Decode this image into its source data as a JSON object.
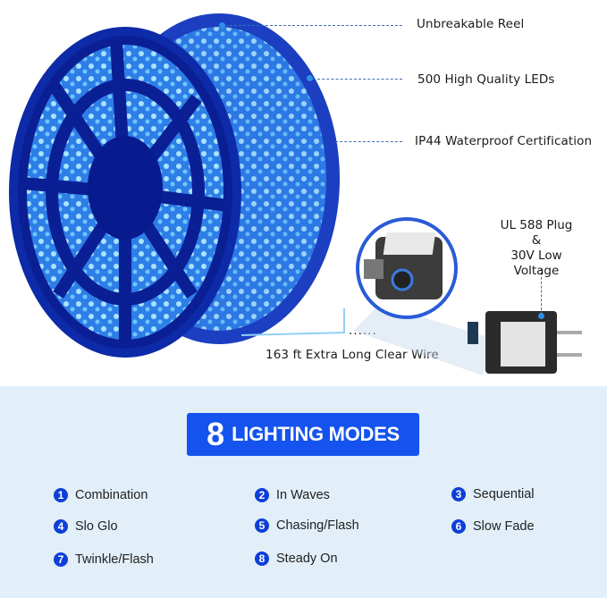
{
  "callouts": {
    "reel": "Unbreakable Reel",
    "leds": "500 High Quality LEDs",
    "waterproof": "IP44 Waterproof Certification",
    "wire": "163 ft Extra Long Clear Wire",
    "plug_line1": "UL 588 Plug",
    "plug_line2": "&",
    "plug_line3": "30V Low Voltage"
  },
  "banner": {
    "number": "8",
    "label": "LIGHTING MODES"
  },
  "modes": [
    {
      "num": "1",
      "label": "Combination"
    },
    {
      "num": "2",
      "label": "In Waves"
    },
    {
      "num": "3",
      "label": "Sequential"
    },
    {
      "num": "4",
      "label": "Slo Glo"
    },
    {
      "num": "5",
      "label": "Chasing/Flash"
    },
    {
      "num": "6",
      "label": "Slow Fade"
    },
    {
      "num": "7",
      "label": "Twinkle/Flash"
    },
    {
      "num": "8",
      "label": "Steady On"
    }
  ],
  "colors": {
    "banner_bg": "#1553ee",
    "badge_bg": "#0d3fd8",
    "panel_bg": "#e2eff9",
    "led_blue": "#1e6cf0"
  }
}
